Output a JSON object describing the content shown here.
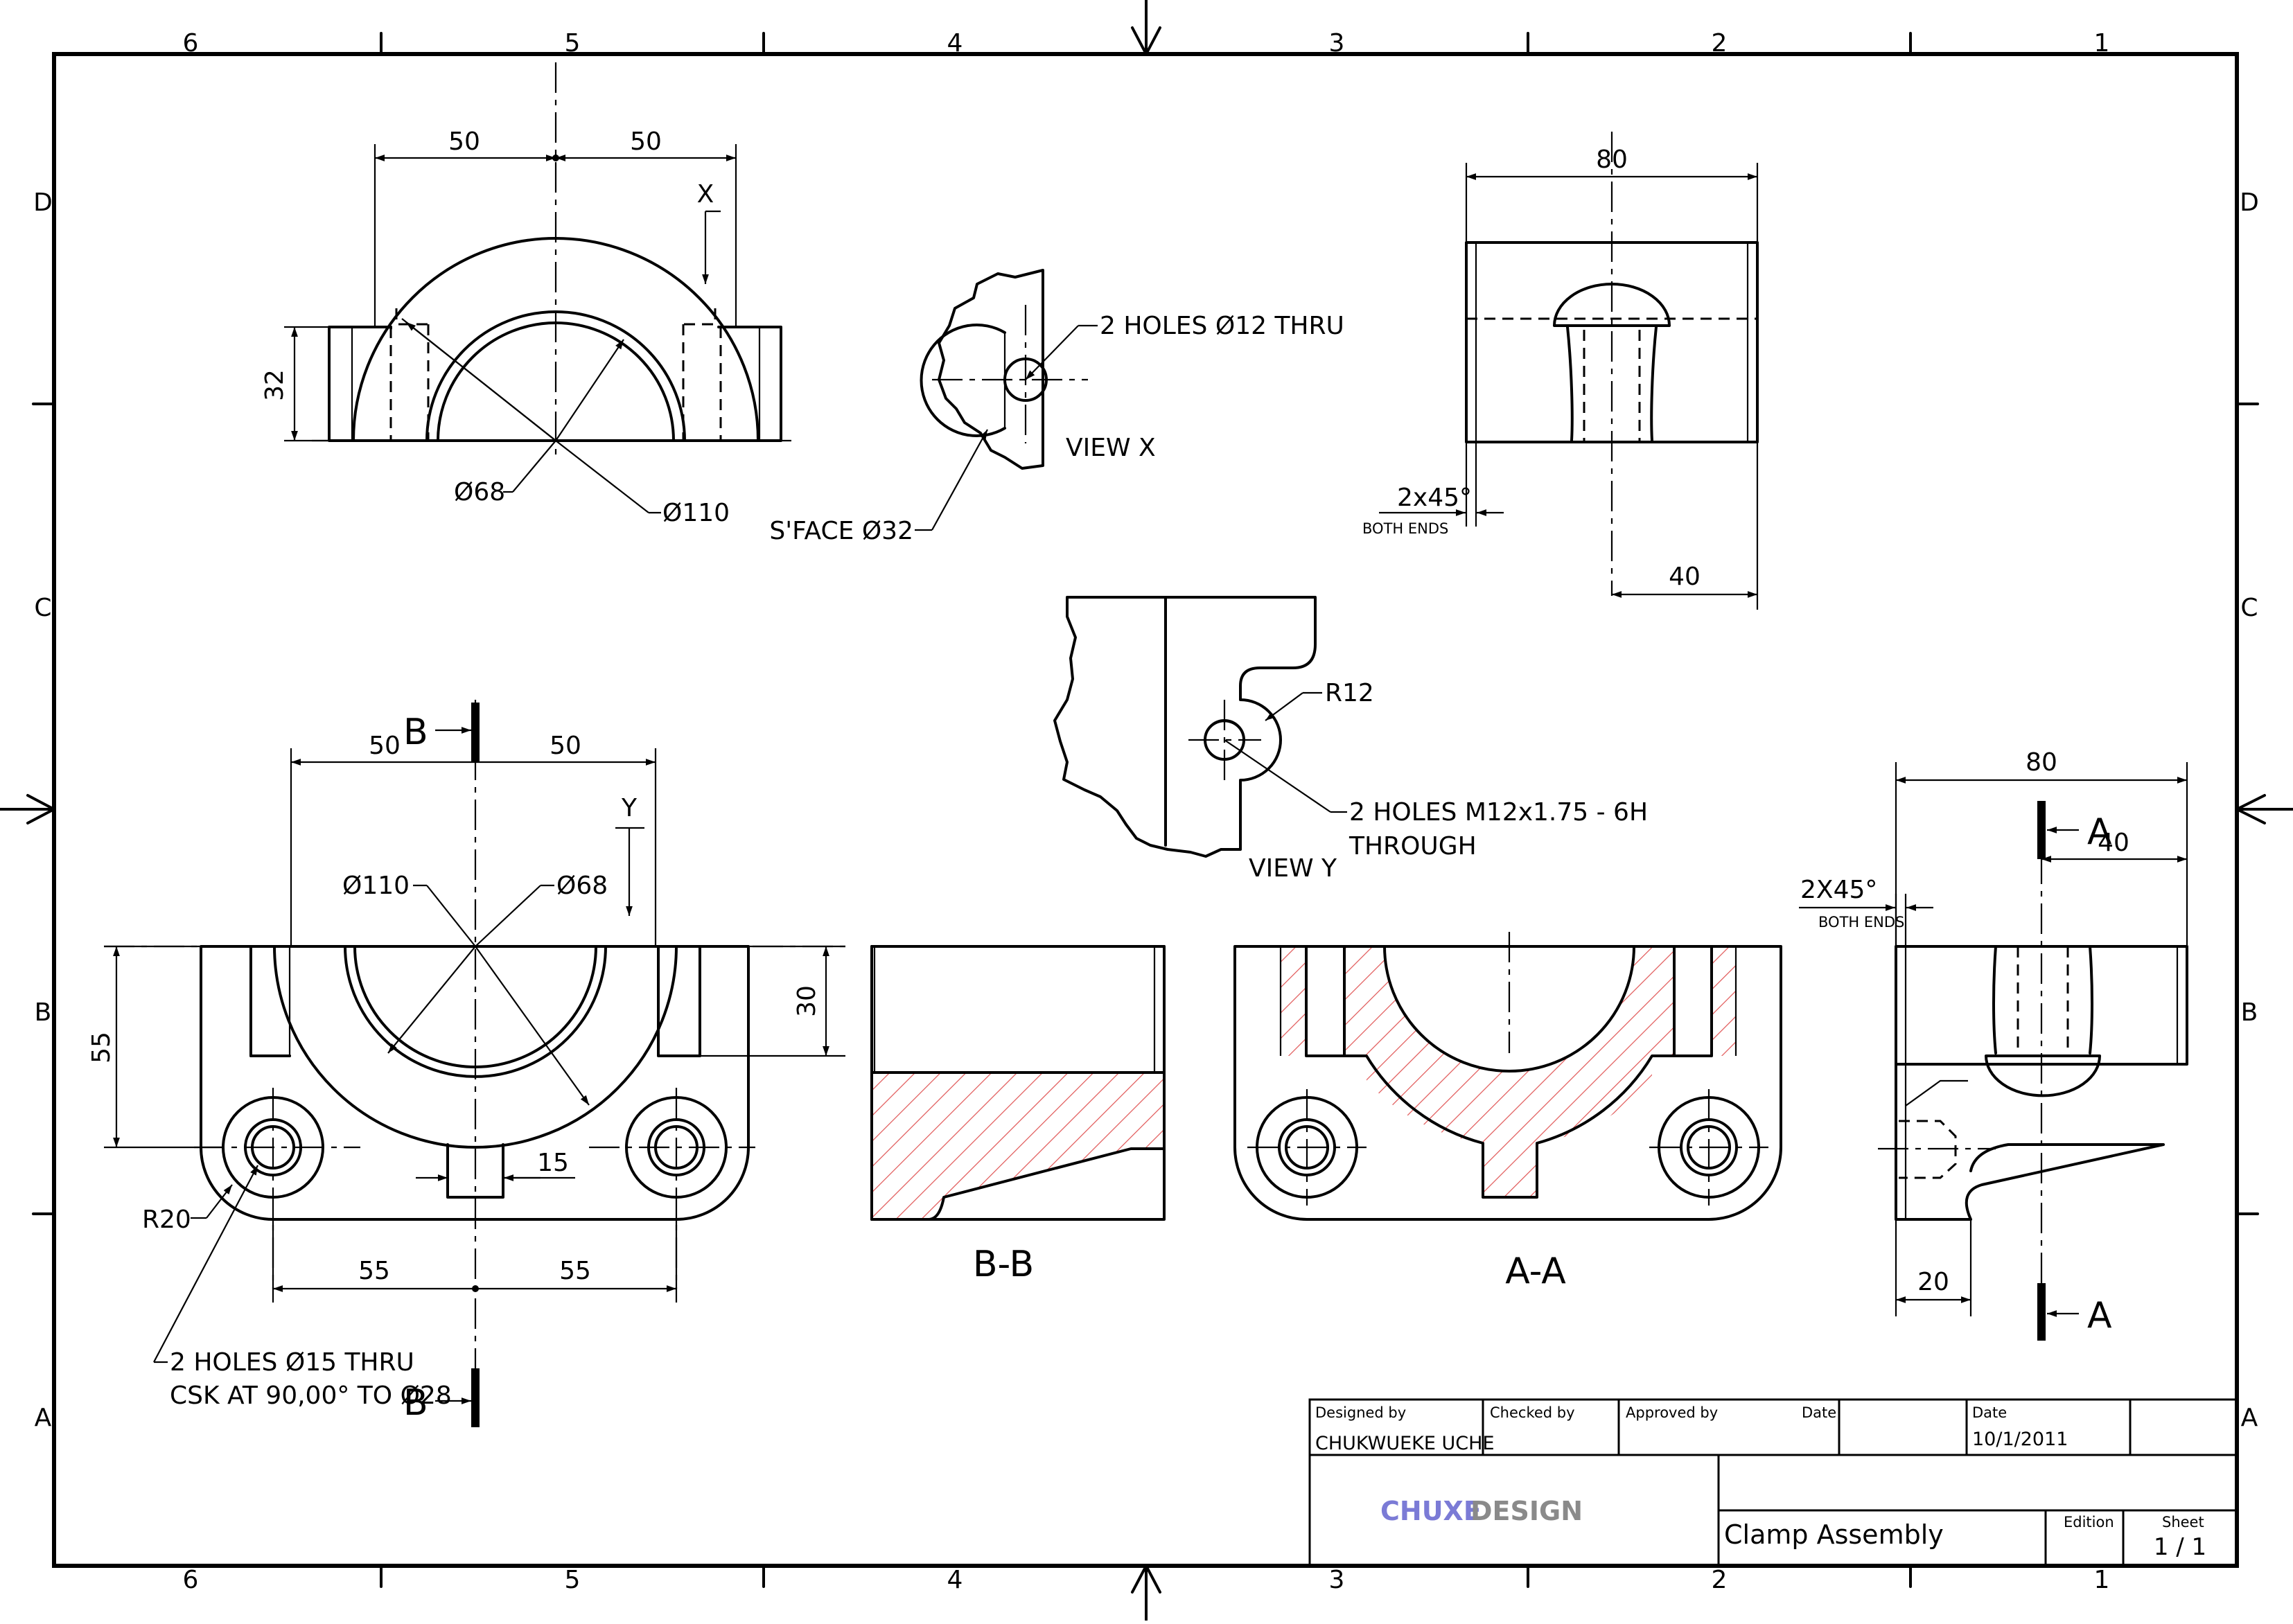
{
  "grid": {
    "columns": [
      "6",
      "5",
      "4",
      "3",
      "2",
      "1"
    ],
    "rows": [
      "D",
      "C",
      "B",
      "A"
    ]
  },
  "views": {
    "top_left": {
      "dims": [
        "50",
        "50",
        "32",
        "Ø68",
        "Ø110"
      ],
      "view_arrow": "X"
    },
    "view_x": {
      "label": "VIEW X",
      "note": "2 HOLES Ø12 THRU",
      "spotface": "S'FACE Ø32"
    },
    "top_right": {
      "dim_width": "80",
      "dim_half": "40",
      "chamfer": "2x45°",
      "chamfer_note": "BOTH ENDS"
    },
    "view_y": {
      "label": "VIEW Y",
      "radius": "R12",
      "note_line1": "2 HOLES M12x1.75 - 6H",
      "note_line2": "THROUGH"
    },
    "front": {
      "dims": [
        "50",
        "50",
        "Ø110",
        "Ø68",
        "55",
        "30",
        "15",
        "55",
        "55",
        "R20"
      ],
      "view_arrow": "Y",
      "section_marker": "B",
      "hole_note_line1": "2 HOLES Ø15 THRU",
      "hole_note_line2": "CSK AT 90,00° TO Ø28"
    },
    "section_bb": {
      "label": "B-B"
    },
    "section_aa": {
      "label": "A-A"
    },
    "side": {
      "dim_width": "80",
      "dim_half": "40",
      "dim_bottom": "20",
      "chamfer": "2X45°",
      "chamfer_note": "BOTH ENDS",
      "section_marker": "A"
    }
  },
  "title_block": {
    "designed_by_label": "Designed by",
    "designed_by": "CHUKWUEKE UCHE",
    "checked_by_label": "Checked by",
    "approved_by_label": "Approved by",
    "date_label_1": "Date",
    "date_label_2": "Date",
    "date_value": "10/1/2011",
    "logo_part1": "CHUXE",
    "logo_part2": "DESIGN",
    "title": "Clamp Assembly",
    "edition_label": "Edition",
    "sheet_label": "Sheet",
    "sheet_value": "1 / 1"
  },
  "colors": {
    "hatch": "#e05555",
    "logo_primary": "#7b7bd6",
    "logo_secondary": "#8a8a8a"
  }
}
